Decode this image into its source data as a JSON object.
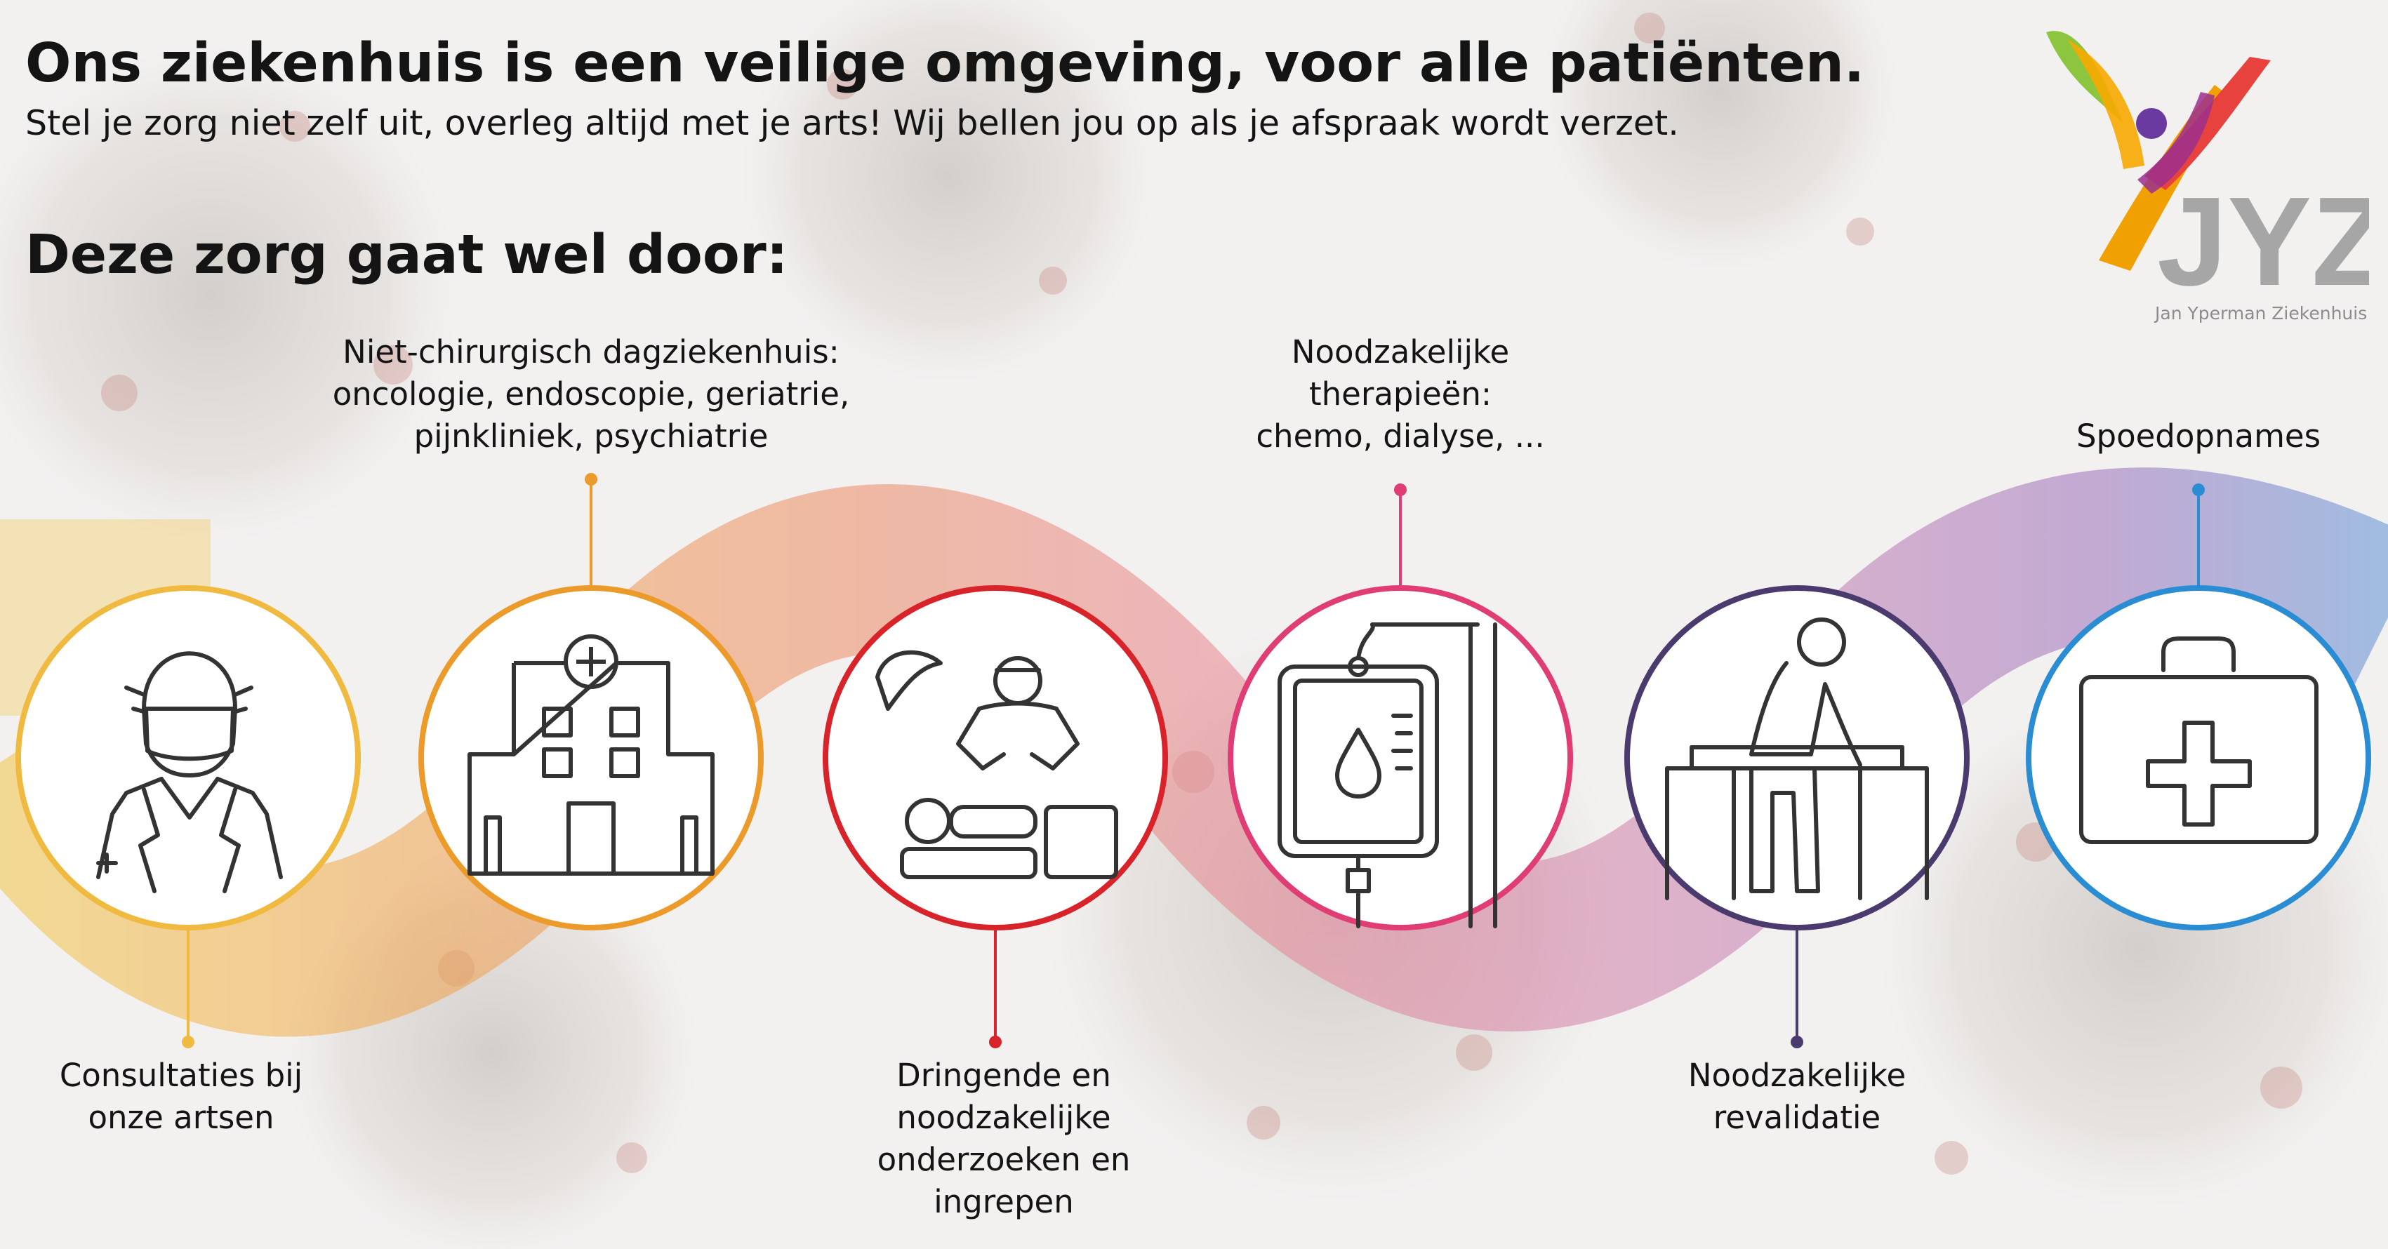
{
  "header": {
    "title": "Ons ziekenhuis is een veilige omgeving, voor alle patiënten.",
    "subtitle": "Stel je zorg niet zelf uit, overleg altijd met je arts! Wij bellen jou op als je afspraak wordt verzet.",
    "section_heading": "Deze zorg gaat wel door:"
  },
  "logo": {
    "letters": "JYZ",
    "name": "Jan Yperman Ziekenhuis"
  },
  "care_items": [
    {
      "label": "Consultaties bij\nonze artsen",
      "icon": "masked-doctor-icon",
      "color": "#f0b93f"
    },
    {
      "label": "Niet-chirurgisch dagziekenhuis:\noncologie, endoscopie, geriatrie,\npijnkliniek, psychiatrie",
      "icon": "hospital-building-icon",
      "color": "#ec9a2a"
    },
    {
      "label": "Dringende en\nnoodzakelijke\nonderzoeken en\ningrepen",
      "icon": "surgery-icon",
      "color": "#d8232a"
    },
    {
      "label": "Noodzakelijke\ntherapieën:\nchemo, dialyse, ...",
      "icon": "iv-drip-icon",
      "color": "#df3d74"
    },
    {
      "label": "Noodzakelijke\nrevalidatie",
      "icon": "rehabilitation-icon",
      "color": "#4a3a6e"
    },
    {
      "label": "Spoedopnames",
      "icon": "first-aid-kit-icon",
      "color": "#2a8cd2"
    }
  ]
}
